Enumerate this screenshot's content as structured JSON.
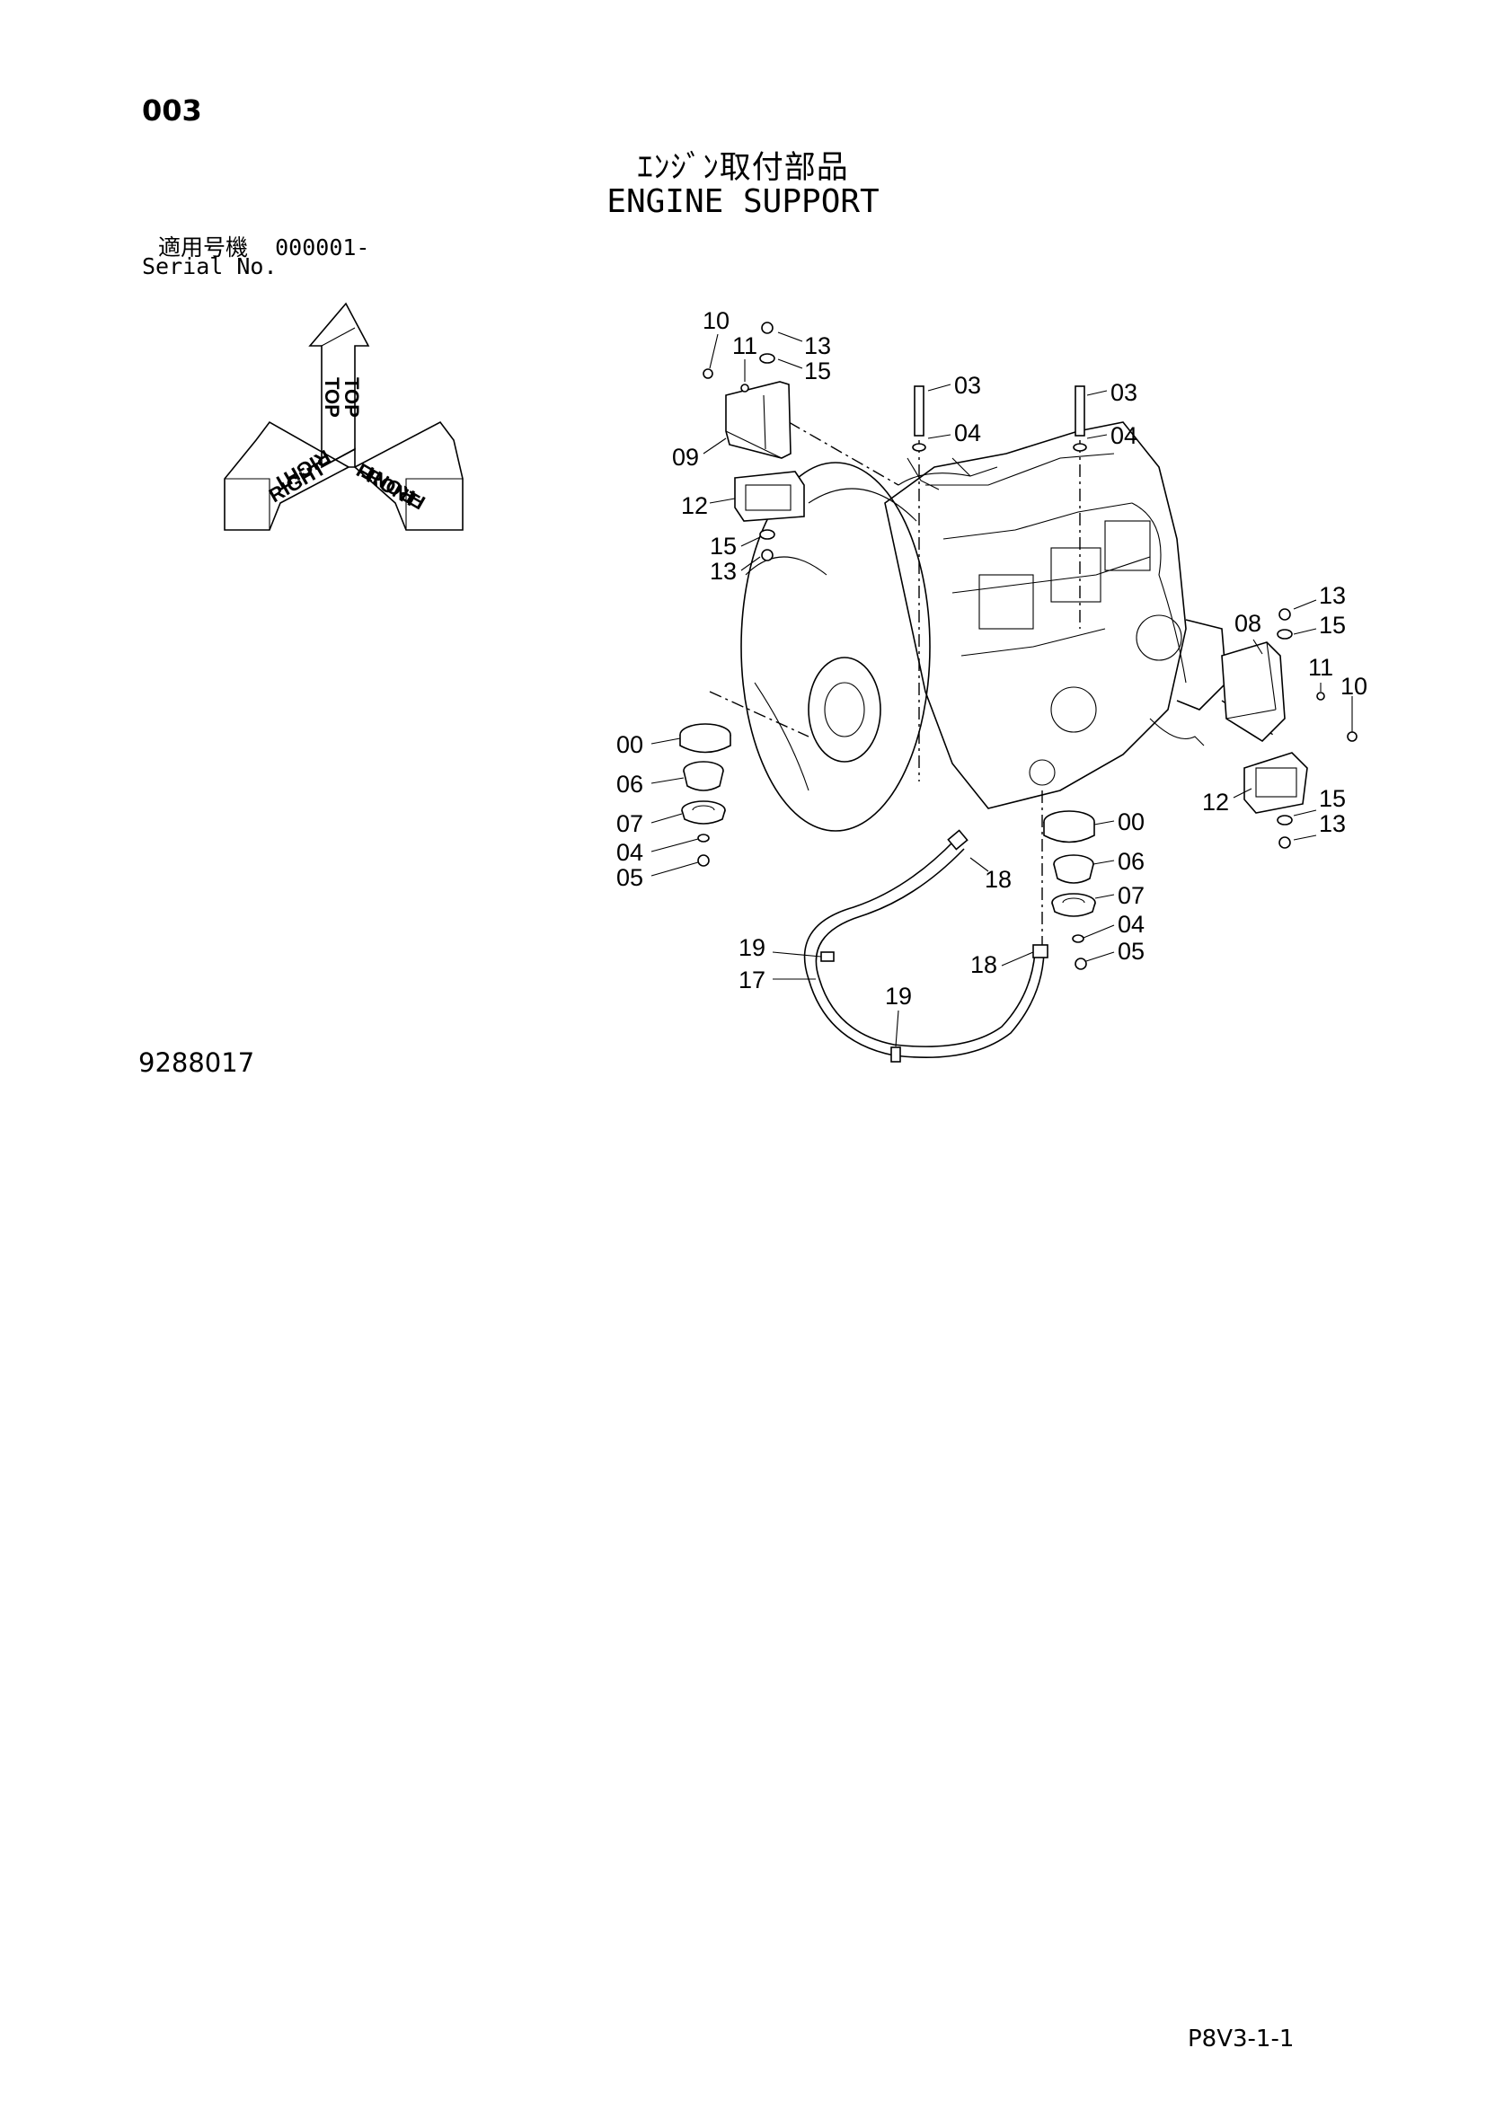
{
  "header": {
    "page_number": "003",
    "title_ja": "ｴﾝｼﾞﾝ取付部品",
    "title_en": "ENGINE SUPPORT"
  },
  "serial": {
    "label_ja": "適用号機",
    "range": "000001-",
    "label_en": "Serial No."
  },
  "orientation": {
    "top": "TOP",
    "right": "RIGHT",
    "front": "FRONT"
  },
  "callouts": {
    "c10_left": "10",
    "c11_left": "11",
    "c13_topleft": "13",
    "c15_topleft": "15",
    "c03_a": "03",
    "c04_a": "04",
    "c03_b": "03",
    "c04_b": "04",
    "c09": "09",
    "c12_left": "12",
    "c15_left": "15",
    "c13_left": "13",
    "c13_right": "13",
    "c08": "08",
    "c15_right": "15",
    "c11_right": "11",
    "c10_right": "10",
    "c12_right": "12",
    "c15_right2": "15",
    "c13_right2": "13",
    "c00_left": "00",
    "c06_left": "06",
    "c07_left": "07",
    "c04_left": "04",
    "c05_left": "05",
    "c00_right": "00",
    "c06_right": "06",
    "c07_right": "07",
    "c04_right": "04",
    "c05_right": "05",
    "c18_a": "18",
    "c18_b": "18",
    "c19_a": "19",
    "c17": "17",
    "c19_b": "19"
  },
  "footer": {
    "diagram_code": "9288017",
    "sheet_code": "P8V3-1-1"
  }
}
